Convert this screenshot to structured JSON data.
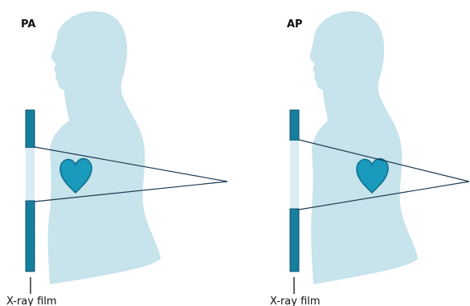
{
  "panels": [
    {
      "title": "PA",
      "film_label": "X-ray film"
    },
    {
      "title": "AP",
      "film_label": "X-ray film"
    }
  ],
  "colors": {
    "body_fill": "#c7e3ec",
    "film_fill": "#177f9e",
    "film_stroke": "#0d4f66",
    "heart_fill": "#1a9abc",
    "heart_stroke": "#0f6f8a",
    "beam_stroke": "#1d3b52",
    "exposed_film": "#d8ecf2",
    "label_line": "#111111"
  },
  "icons": {
    "body": "human-torso-silhouette",
    "heart": "heart-icon",
    "source": "x-ray-source-point"
  }
}
